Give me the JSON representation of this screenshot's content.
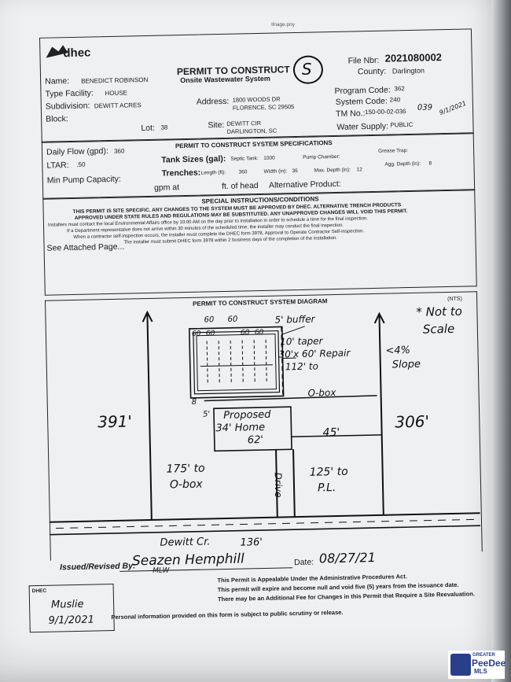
{
  "top_note": "Ilnage.pny",
  "header": {
    "agency": "dhec",
    "title": "PERMIT TO CONSTRUCT",
    "subtitle": "Onsite Wastewater System",
    "file_label": "File Nbr:",
    "file_number": "2021080002",
    "county_label": "County:",
    "county": "Darlington",
    "stamp_letter": "S"
  },
  "info": {
    "name_label": "Name:",
    "name": "BENEDICT ROBINSON",
    "type_label": "Type Facility:",
    "type": "HOUSE",
    "subdivision_label": "Subdivision:",
    "subdivision": "DEWITT ACRES",
    "block_label": "Block:",
    "lot_label": "Lot:",
    "lot": "38",
    "address_label": "Address:",
    "address_line1": "1800 WOODS DR",
    "address_line2": "FLORENCE, SC 29505",
    "site_label": "Site:",
    "site_line1": "DEWITT CIR",
    "site_line2": "DARLINGTON, SC",
    "program_label": "Program Code:",
    "program": "362",
    "system_label": "System Code:",
    "system": "240",
    "tm_label": "TM No.:",
    "tm": "150-00-02-036",
    "tm_hand": "039",
    "tm_initials": "9/1/2021",
    "water_label": "Water Supply:",
    "water": "PUBLIC"
  },
  "specs": {
    "title": "PERMIT TO CONSTRUCT SYSTEM SPECIFICATIONS",
    "daily_flow_label": "Daily Flow (gpd):",
    "daily_flow": "360",
    "ltar_label": "LTAR:",
    "ltar": ".50",
    "tank_label": "Tank Sizes (gal):",
    "septic_label": "Septic Tank:",
    "septic": "1000",
    "pump_label": "Pump Chamber:",
    "grease_label": "Grease Trap:",
    "trenches_label": "Trenches:",
    "length_label": "Length (ft):",
    "length": "360",
    "width_label": "Width (in):",
    "width": "36",
    "maxdepth_label": "Max. Depth (in):",
    "maxdepth": "12",
    "aggdepth_label": "Agg. Depth (in):",
    "aggdepth": "8",
    "minpump_label": "Min Pump Capacity:",
    "gpm_label": "gpm   at",
    "head_label": "ft. of head",
    "alt_label": "Alternative Product:"
  },
  "special": {
    "title": "SPECIAL INSTRUCTIONS/CONDITIONS",
    "line1": "THIS PERMIT IS SITE SPECIFIC.  ANY CHANGES TO THE SYSTEM MUST BE APPROVED BY DHEC. ALTERNATIVE TRENCH PRODUCTS",
    "line2": "APPROVED UNDER STATE RULES AND REGULATIONS MAY BE SUBSTITUTED. ANY UNAPPROVED CHANGES WILL VOID THIS PERMIT.",
    "line3": "Installers must contact the local Environmental Affairs office by 10:00 AM on the day prior to installation in order to schedule a time for the final inspection.",
    "line4": "If a Department representative does not arrive within 30 minutes of the scheduled time, the installer may conduct the final inspection.",
    "line5": "When a contractor self-inspection occurs, the installer must complete the DHEC form 3978, Approval to Operate Contractor Self-Inspection.",
    "line6": "The installer must submit DHEC form 3978 within 2 business days of the completion of the installation.",
    "see_attached": "See Attached Page..."
  },
  "diagram": {
    "title": "PERMIT TO CONSTRUCT SYSTEM DIAGRAM",
    "nts": "(NTS)",
    "note_not_to": "* Not to",
    "note_scale": "Scale",
    "slope1": "<4%",
    "slope2": "Slope",
    "buffer": "5' buffer",
    "taper": "10' taper",
    "repair": "30'x 60' Repair",
    "to_obox_1": "112' to",
    "to_obox_2": "O-box",
    "dim_60a": "60",
    "dim_60b": "60",
    "dim_60c": "60",
    "dim_60d": "60",
    "dim_60e": "60",
    "dim_60f": "60",
    "dim_391": "391'",
    "dim_306": "306'",
    "dim_8": "8",
    "dim_5": "5'",
    "home1": "Proposed",
    "home2": "34'  Home",
    "home3": "62'",
    "dim_45": "45'",
    "left_1": "175' to",
    "left_2": "O-box",
    "drive": "Drive",
    "right_1": "125' to",
    "right_2": "P.L.",
    "street": "Dewitt Cr.",
    "street_dim": "136'"
  },
  "footer": {
    "issued_label": "Issued/Revised By:",
    "issued_sig": "Seazen Hemphill",
    "issued_sub": "MLW",
    "date_label": "Date:",
    "date": "08/27/21",
    "appeal": "This Permit is Appealable Under the Administrative Procedures Act.",
    "expire": "This permit will expire and become null and void five (5) years from the issuance date.",
    "fee": "There may be an Additional Fee for Changes in this Permit that Require a Site Reevaluation.",
    "personal": "Personal information provided on this form is subject to public scrutiny or release.",
    "dhec_form": "DHEC",
    "rev_sig": "Muslie",
    "rev_date": "9/1/2021"
  },
  "watermark": {
    "greater": "GREATER",
    "peedee": "PeeDee",
    "mls": "MLS"
  }
}
